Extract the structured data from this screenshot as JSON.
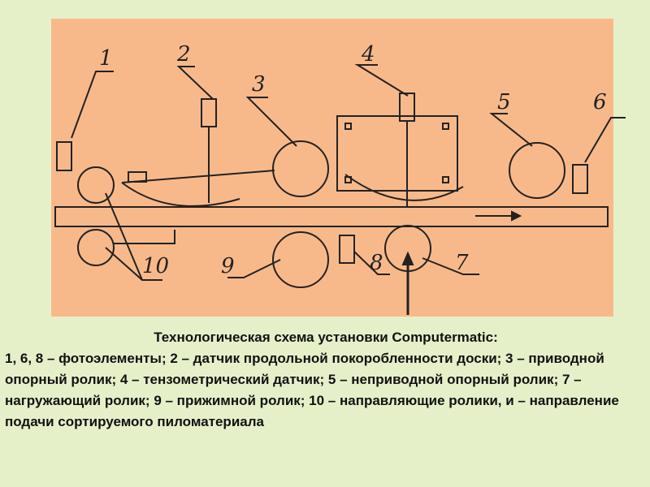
{
  "caption": {
    "title": "Технологическая схема установки Computermatic:",
    "body": "1, 6, 8 – фотоэлементы; 2 – датчик продольной покоробленности доски; 3 – приводной опорный ролик; 4 – тензометрический датчик; 5 – неприводной опорный ролик; 7 – нагружающий ролик; 9 – прижимной ролик; 10 – направляющие ролики, и – направление подачи сортируемого пиломатериала"
  },
  "diagram": {
    "labels": [
      "1",
      "2",
      "3",
      "4",
      "5",
      "6",
      "7",
      "8",
      "9",
      "10"
    ]
  },
  "colors": {
    "background": "#e6f0c8",
    "panel": "#f8b98a",
    "ink": "#222222"
  }
}
